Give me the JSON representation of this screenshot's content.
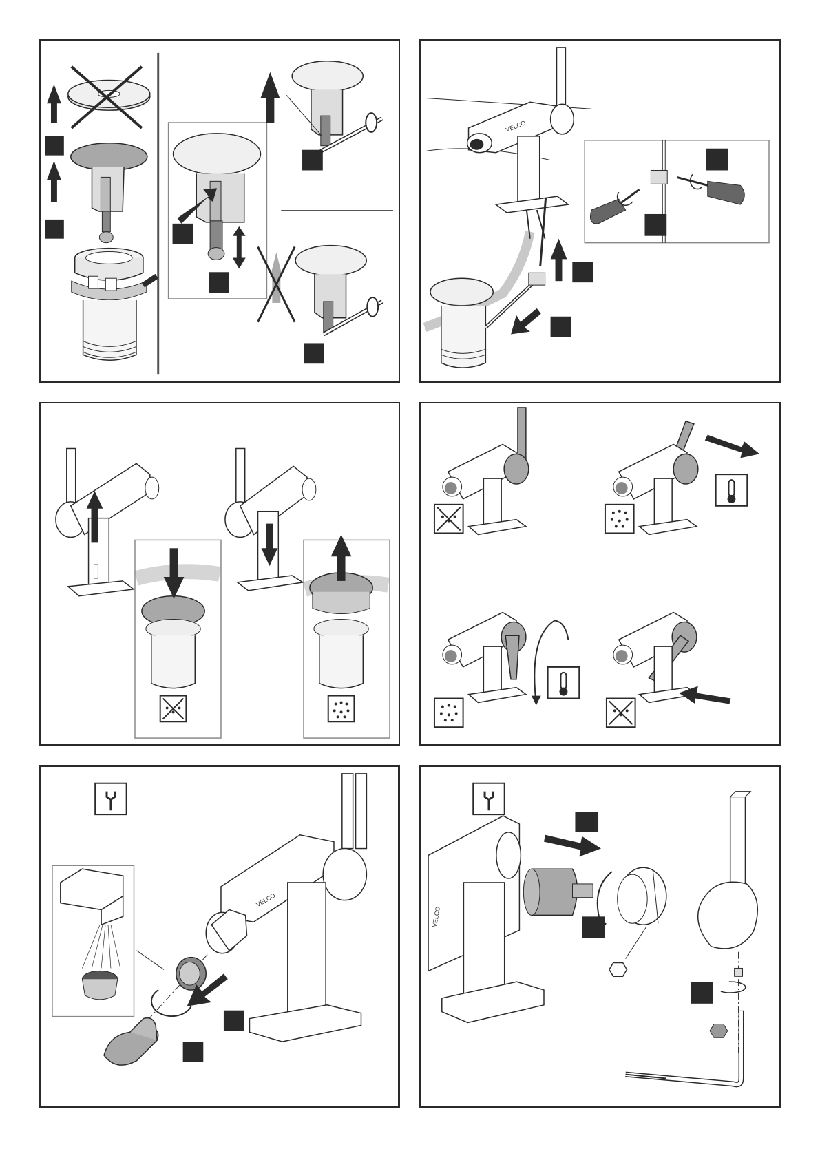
{
  "sheet": {
    "panels": [
      {
        "id": "panel-1",
        "topic": "pop-up waste plug installation"
      },
      {
        "id": "panel-2",
        "topic": "waste rod linkage adjustment"
      },
      {
        "id": "panel-3",
        "topic": "pop-up waste operation"
      },
      {
        "id": "panel-4",
        "topic": "mixer lever operation"
      },
      {
        "id": "panel-5",
        "topic": "aerator cleaning"
      },
      {
        "id": "panel-6",
        "topic": "cartridge replacement"
      }
    ],
    "brand_mark": "VELCO",
    "icons": [
      "cross-out-icon",
      "arrow-up-icon",
      "arrow-down-icon",
      "double-arrow-icon",
      "screwdriver-icon",
      "rotate-icon",
      "thermometer-icon",
      "water-drops-icon",
      "no-water-icon",
      "wrench-icon",
      "hex-nut-icon",
      "allen-key-icon"
    ],
    "colors": {
      "line": "#2a2a2a",
      "step_box": "#2a2a2a",
      "grey_fill": "#a8a8a8",
      "light_fill": "#d8d8d8",
      "frame": "#8a8a8a"
    }
  }
}
